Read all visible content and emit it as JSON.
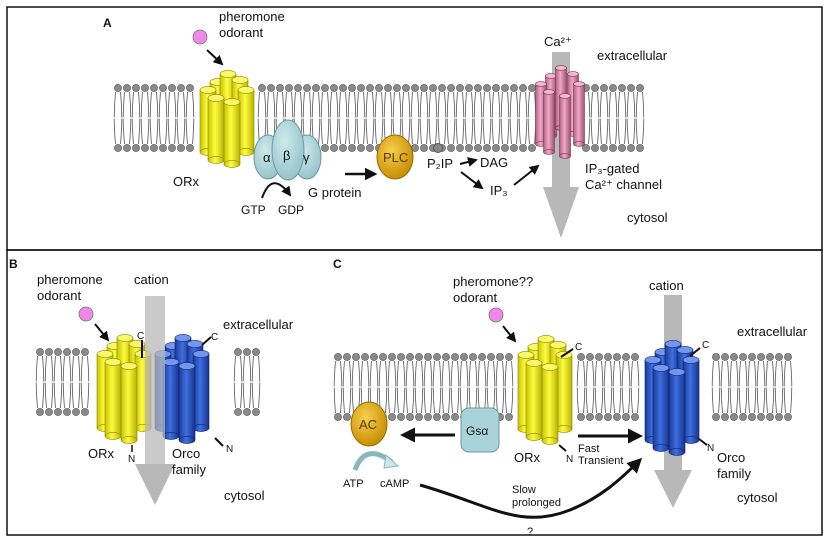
{
  "panels": {
    "A": {
      "label": "A",
      "ligand_line1": "pheromone",
      "ligand_line2": "odorant",
      "receptor": "ORx",
      "g_protein": "G protein",
      "g_alpha": "α",
      "g_beta": "β",
      "g_gamma": "γ",
      "gtp": "GTP",
      "gdp": "GDP",
      "plc": "PLC",
      "p2ip": "P₂IP",
      "dag": "DAG",
      "ip3": "IP₃",
      "ion": "Ca²⁺",
      "channel_line1": "IP₃-gated",
      "channel_line2": "Ca²⁺ channel",
      "extracellular": "extracellular",
      "cytosol": "cytosol"
    },
    "B": {
      "label": "B",
      "ligand_line1": "pheromone",
      "ligand_line2": "odorant",
      "ion": "cation",
      "extracellular": "extracellular",
      "cytosol": "cytosol",
      "receptor": "ORx",
      "coreceptor_line1": "Orco",
      "coreceptor_line2": "family",
      "c_term": "C",
      "n_term": "N"
    },
    "C": {
      "label": "C",
      "ligand_line1": "pheromone??",
      "ligand_line2": "odorant",
      "ion": "cation",
      "extracellular": "extracellular",
      "cytosol": "cytosol",
      "receptor": "ORx",
      "gs": "Gsα",
      "ac": "AC",
      "atp": "ATP",
      "camp": "cAMP",
      "fast_line1": "Fast",
      "fast_line2": "Transient",
      "slow_line1": "Slow",
      "slow_line2": "prolonged",
      "unknown": "?",
      "coreceptor_line1": "Orco",
      "coreceptor_line2": "family",
      "c_term": "C",
      "n_term": "N"
    }
  },
  "colors": {
    "receptor_yellow": "#f2ee1a",
    "orco_blue": "#2a55c8",
    "channel_pink": "#d889b0",
    "g_protein": "#a9d3d8",
    "enzyme_gold": "#e0a511",
    "ligand_pink": "#ef88e8",
    "flux_gray": "#b8b8b8"
  }
}
